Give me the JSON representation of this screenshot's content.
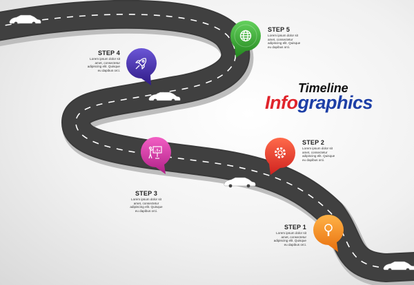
{
  "title": {
    "line1": "Timeline",
    "line2_part1": "Info",
    "line2_part2": "graphics"
  },
  "colors": {
    "road": "#3a3a3a",
    "road_edge": "#b9b9b9",
    "lane": "#ffffff",
    "step1": "#f28a1c",
    "step2": "#e8412e",
    "step3": "#d63aa3",
    "step4": "#4a2fa8",
    "step5": "#3aa83a"
  },
  "steps": [
    {
      "title": "STEP 1",
      "desc": "Lorem ipsum dolor sit\namet, consectetur\nadipiscing elit. Quisque\neu dapibus orci.",
      "icon": "magnifier-icon"
    },
    {
      "title": "STEP 2",
      "desc": "Lorem ipsum dolor sit\namet, consectetur\nadipiscing elit. Quisque\neu dapibus orci.",
      "icon": "gear-icon"
    },
    {
      "title": "STEP 3",
      "desc": "Lorem ipsum dolor sit\namet, consectetur\nadipiscing elit. Quisque\neu dapibus orci.",
      "icon": "presentation-icon"
    },
    {
      "title": "STEP 4",
      "desc": "Lorem ipsum dolor sit\namet, consectetur\nadipiscing elit. Quisque\neu dapibus orci.",
      "icon": "rocket-icon"
    },
    {
      "title": "STEP 5",
      "desc": "Lorem ipsum dolor sit\namet, consectetur\nadipiscing elit. Quisque\neu dapibus orci.",
      "icon": "globe-icon"
    }
  ]
}
